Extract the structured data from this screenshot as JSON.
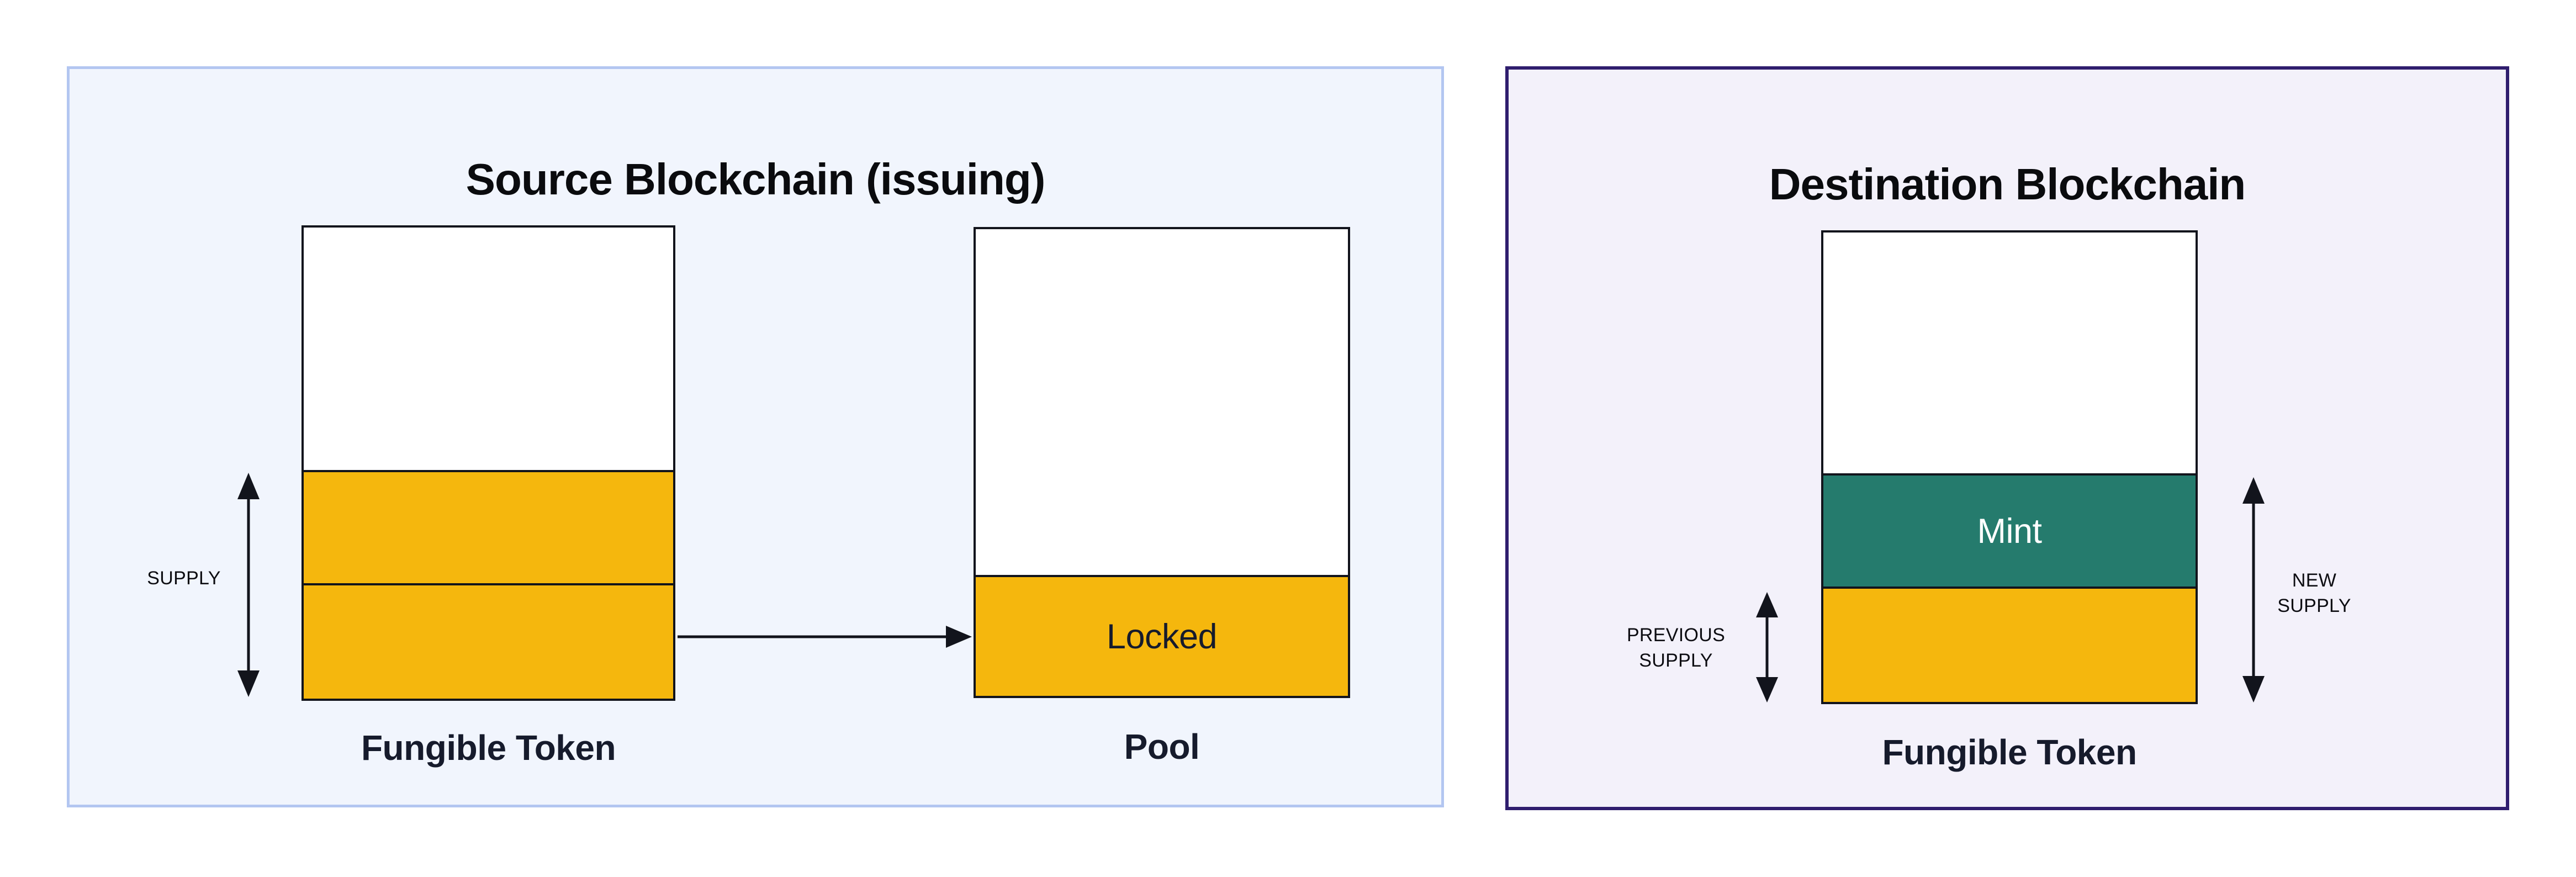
{
  "colors": {
    "page-bg": "#ffffff",
    "amber": "#F5B70D",
    "teal": "#257B6D",
    "source-panel-bg": "#F1F5FD",
    "source-panel-border": "#B3C6F1",
    "dest-panel-bg": "#F3F1FA",
    "dest-panel-border": "#2F1E6E",
    "line": "#12141C",
    "title-text": "#0A0B0E",
    "label-text": "#161B2C",
    "small-label-text": "#0D0D12",
    "mint-text": "#FFFFFF"
  },
  "source_panel": {
    "title": "Source Blockchain (issuing)",
    "supply_label": "SUPPLY",
    "token_box": {
      "label": "Fungible Token"
    },
    "pool_box": {
      "label": "Pool",
      "locked_label": "Locked"
    }
  },
  "destination_panel": {
    "title": "Destination Blockchain",
    "token_box": {
      "label": "Fungible Token",
      "mint_label": "Mint"
    },
    "previous_supply": {
      "line1": "PREVIOUS",
      "line2": "SUPPLY"
    },
    "new_supply": {
      "line1": "NEW",
      "line2": "SUPPLY"
    }
  }
}
